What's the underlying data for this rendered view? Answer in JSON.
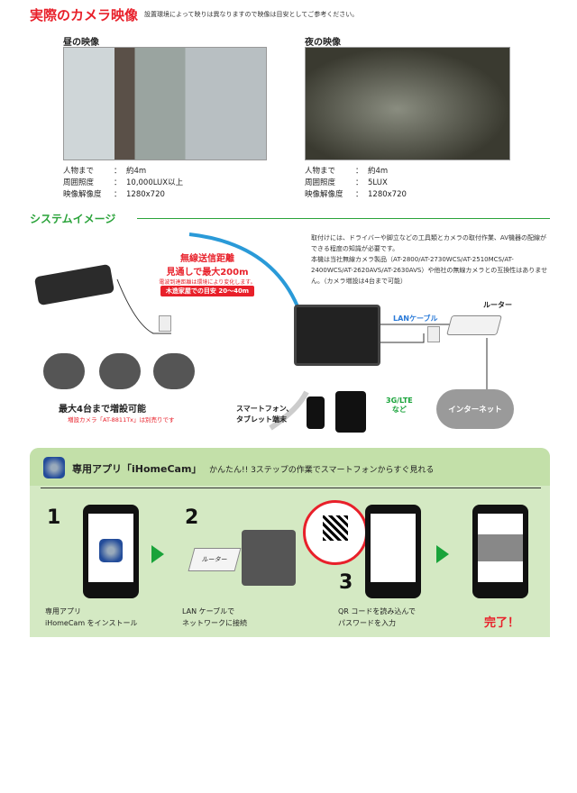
{
  "header": {
    "title": "実際のカメラ映像",
    "note": "設置環境によって映りは異なりますので映像は目安としてご参考ください。"
  },
  "day": {
    "label": "昼の映像",
    "specs": [
      [
        "人物まで",
        "：",
        "約4m"
      ],
      [
        "周囲照度",
        "：",
        "10,000LUX以上"
      ],
      [
        "映像解像度",
        "：",
        "1280x720"
      ]
    ]
  },
  "night": {
    "label": "夜の映像",
    "specs": [
      [
        "人物まで",
        "：",
        "約4m"
      ],
      [
        "周囲照度",
        "：",
        "5LUX"
      ],
      [
        "映像解像度",
        "：",
        "1280x720"
      ]
    ]
  },
  "system": {
    "title": "システムイメージ",
    "notes": [
      "取付けには、ドライバーや脚立などの工具類とカメラの取付作業、AV機器の配線ができる程度の知識が必要です。",
      "本機は当社無線カメラ製品（AT-2800/AT-2730WCS/AT-2510MCS/AT-2400WCS/AT-2620AVS/AT-2630AVS）や他社の無線カメラとの互換性はありません。（カメラ増設は4台まで可能）"
    ],
    "wireless_line1": "無線送信距離",
    "wireless_line2": "見通しで最大200m",
    "wireless_note": "電波到達距離は環境により変化します。",
    "wireless_bar": "木造家屋での目安 20〜40m",
    "lan": "LANケーブル",
    "router": "ルーター",
    "max_cams": "最大4台まで増設可能",
    "extra_cam": "増設カメラ「AT-8811Tx」は別売りです",
    "smartphone": "スマートフォン、\nタブレット端末",
    "network": "3G/LTE\nなど",
    "internet": "インターネット"
  },
  "app": {
    "title": "専用アプリ「iHomeCam」",
    "subtitle": "かんたん!! 3ステップの作業でスマートフォンからすぐ見れる",
    "steps": [
      {
        "num": "1",
        "caption": "専用アプリ\niHomeCam をインストール"
      },
      {
        "num": "2",
        "caption": "LAN ケーブルで\nネットワークに接続",
        "router": "ルーター"
      },
      {
        "num": "3",
        "caption": "QR コードを読み込んで\nパスワードを入力"
      }
    ],
    "done": "完了！"
  },
  "colors": {
    "red": "#e8202a",
    "green": "#2aa33a",
    "panel": "#d4e9c3"
  }
}
